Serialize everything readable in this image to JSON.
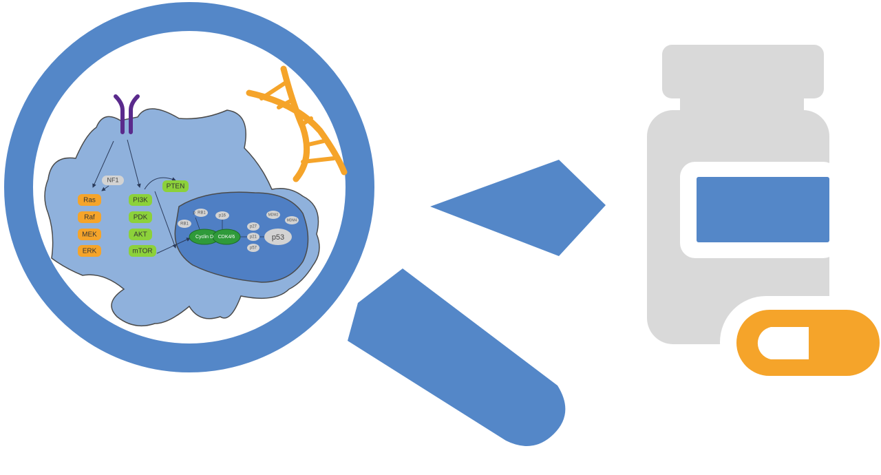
{
  "colors": {
    "blue": "#5487c8",
    "cell": "#8fb1dc",
    "nucleus": "#4f7fc4",
    "orange": "#f5a42a",
    "green": "#8cd13a",
    "darkgreen": "#2f9a3a",
    "purple": "#5a2a8c",
    "gray": "#d9d9d9",
    "node_gray": "#d3d3d3"
  },
  "mapk": [
    "Ras",
    "Raf",
    "MEK",
    "ERK"
  ],
  "nf1": "NF1",
  "pi3k": [
    "PI3K",
    "PDK",
    "AKT",
    "mTOR"
  ],
  "pten": "PTEN",
  "nucleus": {
    "rb1": "RB1",
    "p": "p",
    "rb1b": "RB1",
    "p16": "p16",
    "cyclin": "Cyclin D",
    "cdk": "CDK4/6",
    "p27": "p27",
    "p21": "p21",
    "p57": "p57",
    "p53": "p53",
    "mdm2": "MDM2",
    "mdm4": "MDM4"
  }
}
